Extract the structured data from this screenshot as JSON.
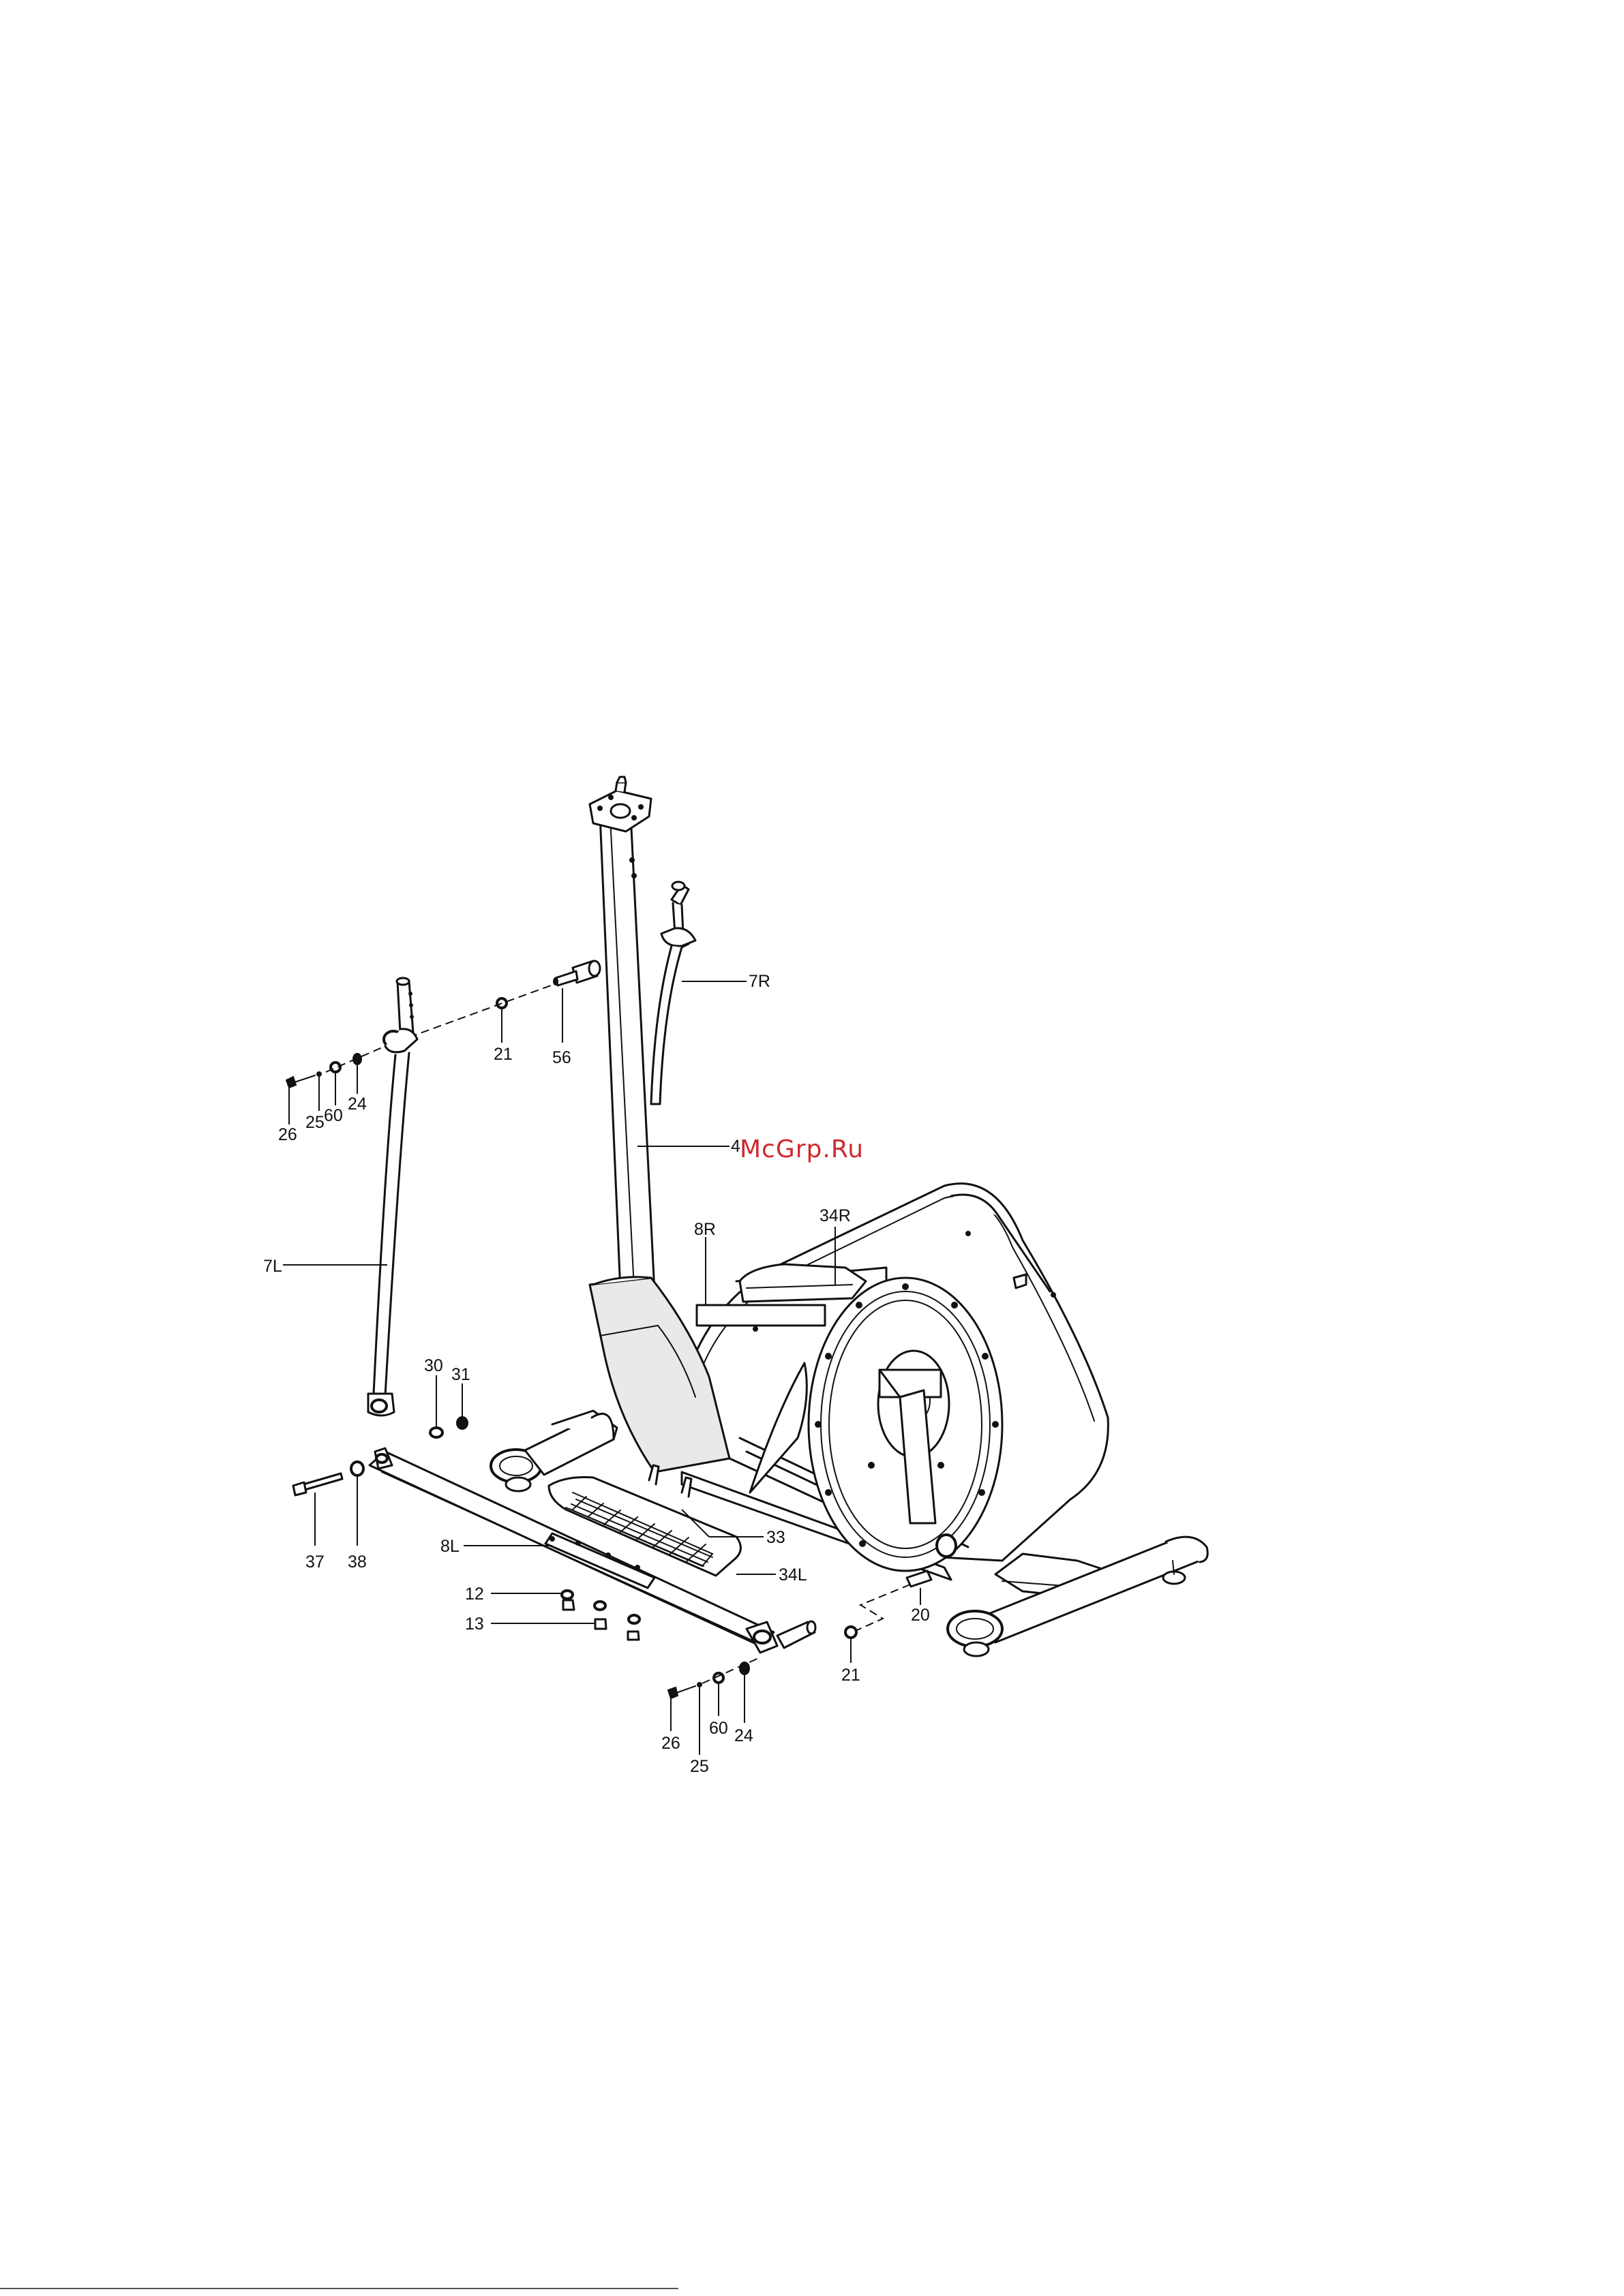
{
  "watermark": {
    "text": "McGrp.Ru",
    "color": "#d0282e"
  },
  "footer_text": "",
  "part_labels": {
    "p7R": "7R",
    "p4": "4",
    "p21_top": "21",
    "p56": "56",
    "p26_top": "26",
    "p25_top": "25",
    "p60_top": "60",
    "p24_top": "24",
    "p7L": "7L",
    "p8R": "8R",
    "p34R": "34R",
    "p30": "30",
    "p31": "31",
    "p37": "37",
    "p38": "38",
    "p8L": "8L",
    "p33": "33",
    "p34L": "34L",
    "p12": "12",
    "p13": "13",
    "p20": "20",
    "p21_bottom": "21",
    "p26_bottom": "26",
    "p25_bottom": "25",
    "p60_bottom": "60",
    "p24_bottom": "24"
  }
}
